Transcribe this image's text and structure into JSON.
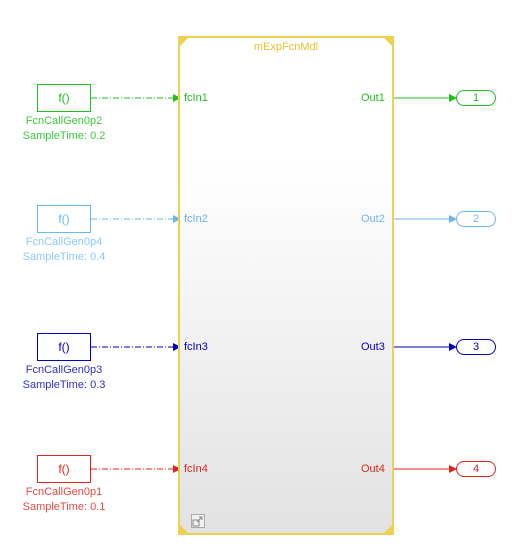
{
  "model": {
    "name": "mExpFcnMdl",
    "inputs": [
      "fcIn1",
      "fcIn2",
      "fcIn3",
      "fcIn4"
    ],
    "outputs": [
      "Out1",
      "Out2",
      "Out3",
      "Out4"
    ]
  },
  "generators": [
    {
      "label": "f()",
      "name": "FcnCallGen0p2",
      "sample_time": "SampleTime: 0.2",
      "color": "#1fbf1f"
    },
    {
      "label": "f()",
      "name": "FcnCallGen0p4",
      "sample_time": "SampleTime: 0.4",
      "color": "#6ab7f0"
    },
    {
      "label": "f()",
      "name": "FcnCallGen0p3",
      "sample_time": "SampleTime: 0.3",
      "color": "#0000b8"
    },
    {
      "label": "f()",
      "name": "FcnCallGen0p1",
      "sample_time": "SampleTime: 0.1",
      "color": "#e0241f"
    }
  ],
  "outports": [
    {
      "number": "1",
      "color": "#1fbf1f"
    },
    {
      "number": "2",
      "color": "#6ab7f0"
    },
    {
      "number": "3",
      "color": "#0000b8"
    },
    {
      "number": "4",
      "color": "#e0241f"
    }
  ],
  "caption_colors": [
    "#3ec83e",
    "#8ccaf5",
    "#3030c8",
    "#e84a45"
  ],
  "model_border_color": "#f0d050"
}
